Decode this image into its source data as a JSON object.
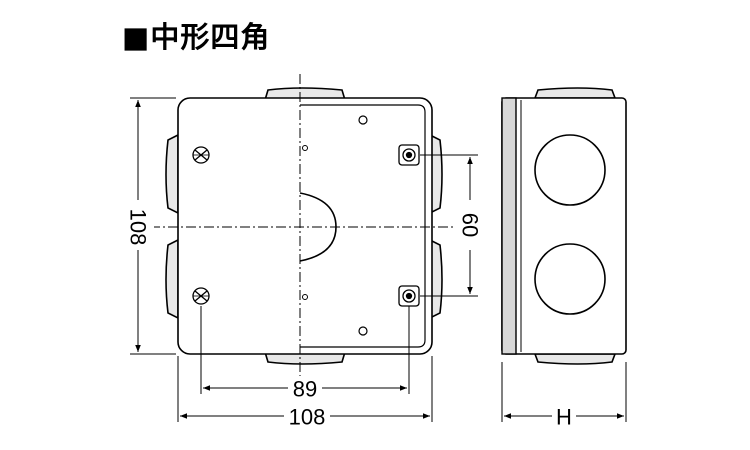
{
  "title": "■中形四角",
  "dimensions": {
    "height_left": "108",
    "hole_spacing_vertical": "60",
    "hole_spacing_horizontal": "89",
    "width_bottom": "108",
    "depth_side": "H"
  }
}
